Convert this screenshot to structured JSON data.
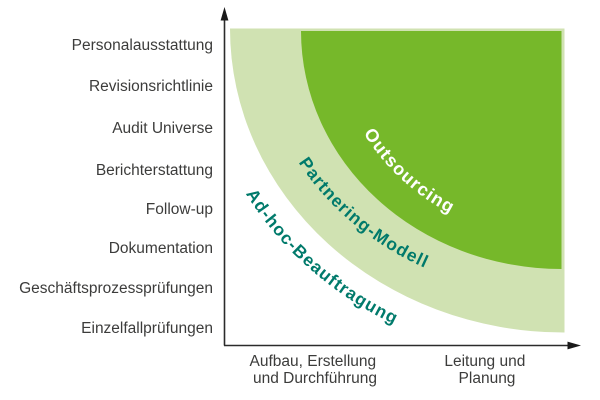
{
  "colors": {
    "outsourcing_green": "#76b82a",
    "partnering_light_green": "#d0e2b2",
    "adhoc_white": "#ffffff",
    "band_label_teal": "#007a6b",
    "outsourcing_label": "#ffffff",
    "axis_line": "#2b2b2b",
    "axis_text": "#3c3c3b"
  },
  "chart_data": {
    "type": "area",
    "title": "",
    "grid": false,
    "legend_position": "labels-on-bands",
    "y_categories": [
      "Personalausstattung",
      "Revisionsrichtlinie",
      "Audit Universe",
      "Berichterstattung",
      "Follow-up",
      "Dokumentation",
      "Geschäftsprozessprüfungen",
      "Einzelfallprüfungen"
    ],
    "x_categories": [
      "Aufbau, Erstellung und Durchführung",
      "Leitung und Planung"
    ],
    "series": [
      {
        "name": "Ad-hoc-Beauftragung",
        "fill": "#ffffff",
        "label_color": "#007a6b",
        "position": "inner band near origin"
      },
      {
        "name": "Partnering-Modell",
        "fill": "#d0e2b2",
        "label_color": "#007a6b",
        "position": "middle band"
      },
      {
        "name": "Outsourcing",
        "fill": "#76b82a",
        "label_color": "#ffffff",
        "position": "outer band upper right"
      }
    ]
  },
  "x_axis": {
    "tick_lines": [
      [
        "Aufbau, Erstellung",
        "und Durchführung"
      ],
      [
        "Leitung und",
        "Planung"
      ]
    ]
  }
}
